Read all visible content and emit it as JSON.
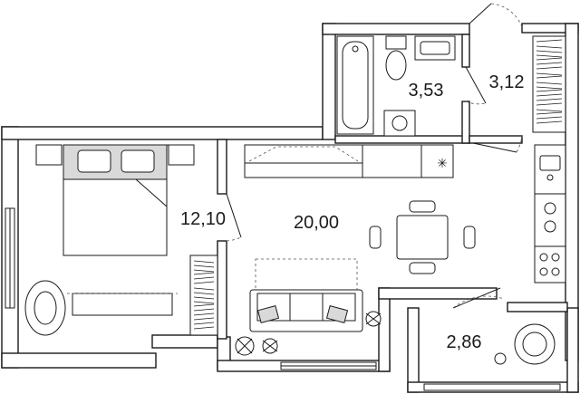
{
  "rooms": [
    {
      "id": "bedroom",
      "area": "12,10"
    },
    {
      "id": "living-kitchen",
      "area": "20,00"
    },
    {
      "id": "bathroom",
      "area": "3,53"
    },
    {
      "id": "hall",
      "area": "3,12"
    },
    {
      "id": "balcony",
      "area": "2,86"
    }
  ],
  "icons": [
    "bed-icon",
    "dining-table-icon",
    "sofa-icon",
    "bathtub-icon",
    "toilet-icon",
    "sink-icon",
    "washing-machine-icon",
    "stove-icon",
    "armchair-icon",
    "plant-icon",
    "wardrobe-icon",
    "tv-stand-icon",
    "rug-icon",
    "door-icon",
    "window-icon"
  ]
}
